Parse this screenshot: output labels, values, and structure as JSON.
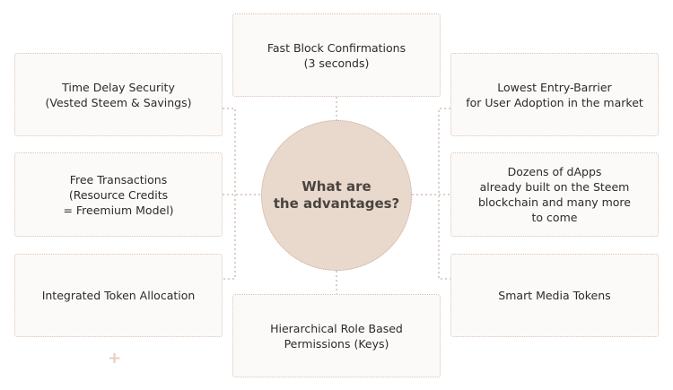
{
  "center": {
    "label": "What are\nthe advantages?"
  },
  "boxes": {
    "top": "Fast Block Confirmations\n(3 seconds)",
    "left_top": "Time Delay Security\n(Vested Steem & Savings)",
    "left_middle": "Free Transactions\n(Resource Credits\n= Freemium Model)",
    "left_bottom": "Integrated Token Allocation",
    "right_top": "Lowest Entry-Barrier\nfor User Adoption in the market",
    "right_middle": "Dozens of dApps\nalready built on the Steem\nblockchain and many more\nto come",
    "right_bottom": "Smart Media Tokens",
    "bottom": "Hierarchical Role Based\nPermissions (Keys)"
  },
  "decoration": {
    "plus_glyph": "+"
  },
  "colors": {
    "box_border": "#dbc3b4",
    "box_fill": "#fcfaf8",
    "circle_fill": "#e9d9cd",
    "connector": "#cdb3a2"
  }
}
